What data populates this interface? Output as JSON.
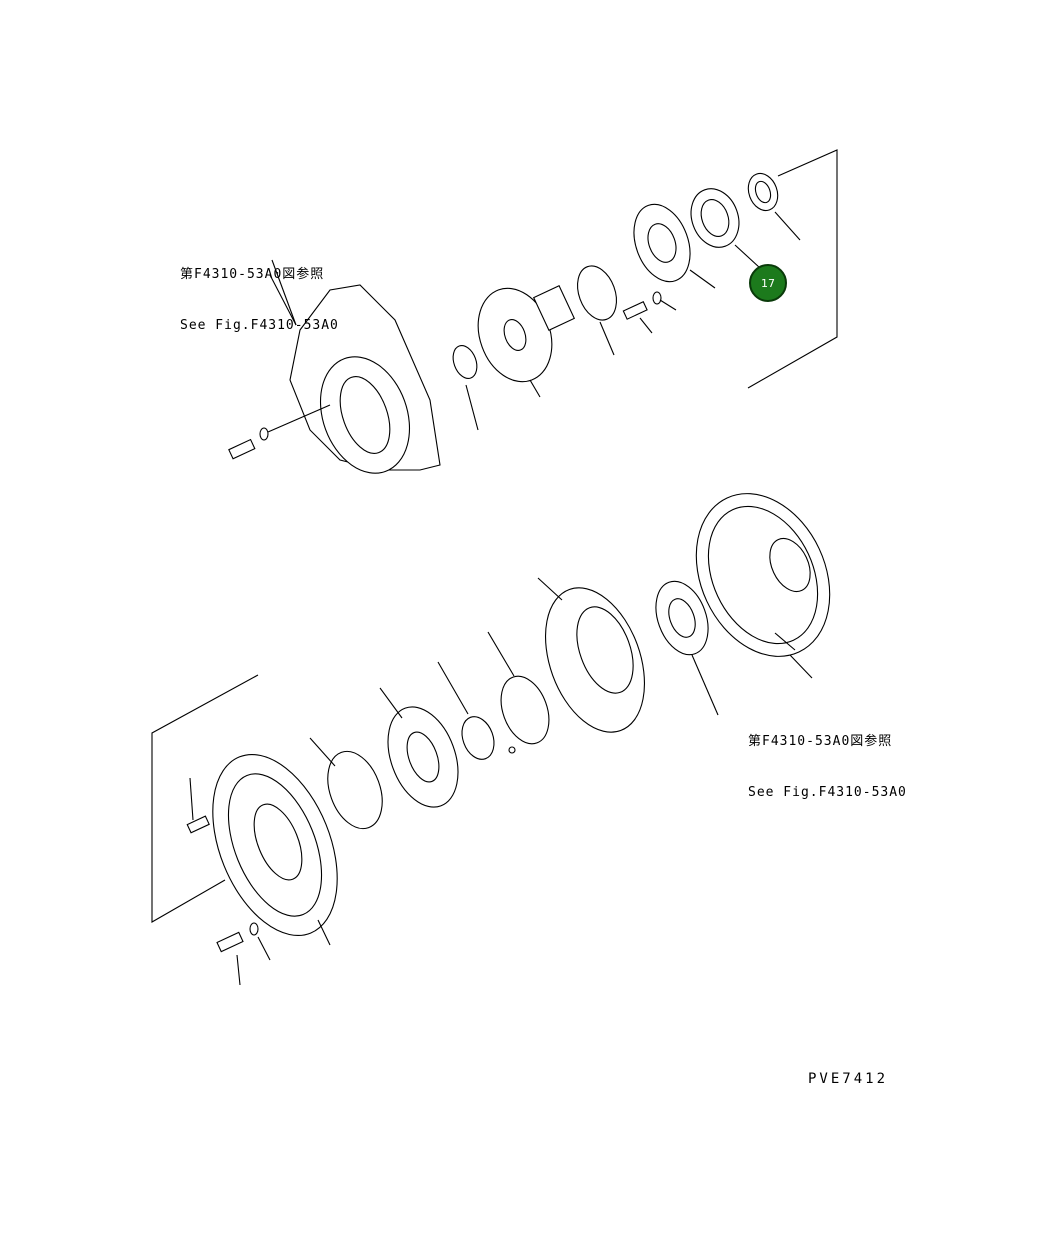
{
  "diagram": {
    "references": [
      {
        "line1": "第F4310-53A0図参照",
        "line2": "See Fig.F4310-53A0"
      },
      {
        "line1": "第F4310-53A0図参照",
        "line2": "See Fig.F4310-53A0"
      }
    ],
    "callout": {
      "number": "17",
      "color": "#1c7a1c"
    },
    "figure_code": "PVE7412"
  }
}
